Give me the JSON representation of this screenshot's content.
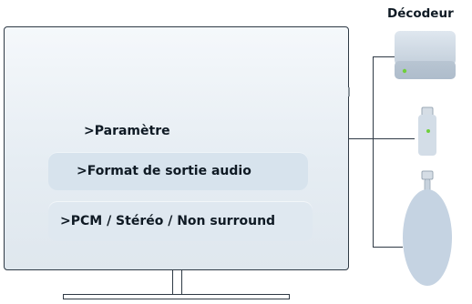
{
  "menu": {
    "title": ">Paramètre",
    "selected_item": ">Format de sortie audio",
    "option_value": ">PCM / Stéréo / Non surround"
  },
  "devices": {
    "label": "Décodeur"
  },
  "colors": {
    "screen_bg": "#e6edf3",
    "menu_row_bg": "#d7e3ed",
    "device_body": "#c9d5e1",
    "led": "#6fcf3b",
    "outline": "#2f3a45"
  }
}
